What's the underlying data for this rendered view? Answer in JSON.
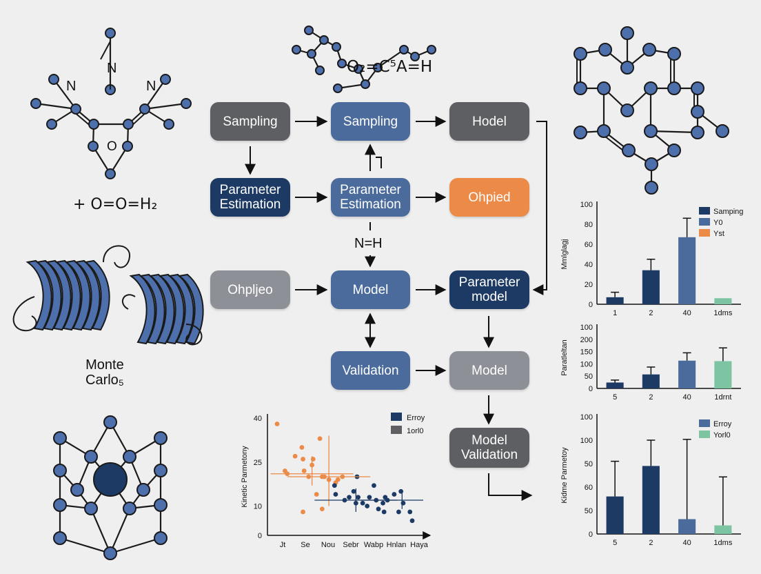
{
  "colors": {
    "navy": "#1c3a64",
    "blue": "#4a6b9c",
    "gray": "#5e5f63",
    "lightgray": "#8d9097",
    "orange": "#ec8a48",
    "green": "#7cc4a2",
    "node_fill": "#4d6fab",
    "node_stroke": "#1a1a1a",
    "background": "#efefef"
  },
  "labels": {
    "top_formula": "O₂=C⁵A=H",
    "left_formula": "+ O=O=H₂",
    "monte_carlo": "Monte\nCarlo₅",
    "mid_nh": "N=H",
    "atom_n": "N",
    "atom_o": "O"
  },
  "flow": {
    "r1c1": "Sampling",
    "r1c2": "Sampling",
    "r1c3": "Hodel",
    "r2c1": "Parameter\nEstimation",
    "r2c2": "Parameter\nEstimation",
    "r2c3": "Ohpied",
    "r3c1": "Ohpljeo",
    "r3c2": "Model",
    "r3c3": "Parameter\nmodel",
    "r4c2": "Validation",
    "r4c3": "Model",
    "r5c3": "Model\nValidation"
  },
  "chart_data": [
    {
      "type": "bar",
      "ylabel": "Mmlglagj",
      "categories": [
        "1",
        "2",
        "40",
        "1dms"
      ],
      "values": [
        7,
        34,
        67,
        6
      ],
      "errors": [
        5,
        11,
        19,
        0
      ],
      "bar_colors": [
        "#1c3a64",
        "#1c3a64",
        "#4a6b9c",
        "#7cc4a2"
      ],
      "yticks": [
        "0",
        "20",
        "40",
        "60",
        "80",
        "100"
      ],
      "ylim": [
        0,
        100
      ],
      "legend": [
        {
          "name": "Samping",
          "color": "#1c3a64"
        },
        {
          "name": "Y0",
          "color": "#4a6b9c"
        },
        {
          "name": "Yst",
          "color": "#ec8a48"
        }
      ]
    },
    {
      "type": "bar",
      "ylabel": "Paratleltan",
      "categories": [
        "5",
        "2",
        "40",
        "1drnt"
      ],
      "values": [
        24,
        57,
        113,
        111
      ],
      "errors": [
        10,
        30,
        32,
        54
      ],
      "bar_colors": [
        "#1c3a64",
        "#1c3a64",
        "#4a6b9c",
        "#7cc4a2"
      ],
      "yticks": [
        "0",
        "50",
        "100",
        "150",
        "200",
        "100"
      ],
      "ylim": [
        0,
        250
      ]
    },
    {
      "type": "bar",
      "ylabel": "Kidme Parmetoy",
      "categories": [
        "5",
        "2",
        "40",
        "1dms"
      ],
      "values": [
        48,
        87,
        19,
        11
      ],
      "errors": [
        45,
        33,
        102,
        62
      ],
      "bar_colors": [
        "#1c3a64",
        "#1c3a64",
        "#4a6b9c",
        "#7cc4a2"
      ],
      "yticks": [
        "0",
        "50",
        "60",
        "50",
        "100",
        "100"
      ],
      "ylim": [
        0,
        150
      ],
      "legend": [
        {
          "name": "Erroy",
          "color": "#4a6b9c"
        },
        {
          "name": "Yorl0",
          "color": "#7cc4a2"
        }
      ]
    },
    {
      "type": "scatter",
      "ylabel": "Kinetic Parmetony",
      "xticks": [
        "Jt",
        "Se",
        "Nou",
        "Sebr",
        "Wabp",
        "Hnlan",
        "Haya"
      ],
      "yticks": [
        "0",
        "10",
        "25",
        "40"
      ],
      "legend": [
        {
          "name": "Erroy",
          "color": "#1c3a64"
        },
        {
          "name": "1orl0",
          "color": "#5e5f63"
        }
      ],
      "series": [
        {
          "color": "#ec8a48",
          "points": [
            [
              0.0,
              38
            ],
            [
              0.35,
              22
            ],
            [
              0.45,
              21
            ],
            [
              0.8,
              27
            ],
            [
              1.1,
              30
            ],
            [
              1.15,
              26
            ],
            [
              1.2,
              22
            ],
            [
              1.15,
              8
            ],
            [
              1.4,
              20
            ],
            [
              1.55,
              24
            ],
            [
              1.6,
              26
            ],
            [
              1.75,
              14
            ],
            [
              1.9,
              33
            ],
            [
              2.0,
              20
            ],
            [
              2.0,
              9
            ],
            [
              2.1,
              20
            ],
            [
              2.3,
              19
            ],
            [
              2.6,
              18
            ],
            [
              2.7,
              19
            ],
            [
              2.9,
              20
            ]
          ]
        },
        {
          "color": "#1c3a64",
          "points": [
            [
              2.55,
              17
            ],
            [
              2.6,
              14
            ],
            [
              3.0,
              12
            ],
            [
              3.2,
              13
            ],
            [
              3.4,
              15
            ],
            [
              3.5,
              11
            ],
            [
              3.55,
              20
            ],
            [
              3.6,
              13
            ],
            [
              3.8,
              11
            ],
            [
              4.0,
              10
            ],
            [
              4.1,
              13
            ],
            [
              4.3,
              17
            ],
            [
              4.4,
              12
            ],
            [
              4.5,
              9
            ],
            [
              4.7,
              11
            ],
            [
              4.75,
              8
            ],
            [
              4.8,
              13
            ],
            [
              4.9,
              12
            ],
            [
              5.2,
              14
            ],
            [
              5.4,
              8
            ],
            [
              5.5,
              15
            ],
            [
              5.6,
              11
            ],
            [
              5.9,
              8
            ],
            [
              6.0,
              5
            ]
          ]
        }
      ],
      "summary": [
        {
          "x": 1.55,
          "mean": 21,
          "lo": 17,
          "hi": 27,
          "color": "#ec8a48"
        },
        {
          "x": 2.3,
          "mean": 20,
          "lo": 10,
          "hi": 34,
          "color": "#ec8a48"
        },
        {
          "x": 3.5,
          "mean": 12,
          "lo": 8,
          "hi": 16,
          "color": "#1c3a64"
        },
        {
          "x": 5.55,
          "mean": 12,
          "lo": 9,
          "hi": 15,
          "color": "#1c3a64"
        }
      ]
    }
  ]
}
